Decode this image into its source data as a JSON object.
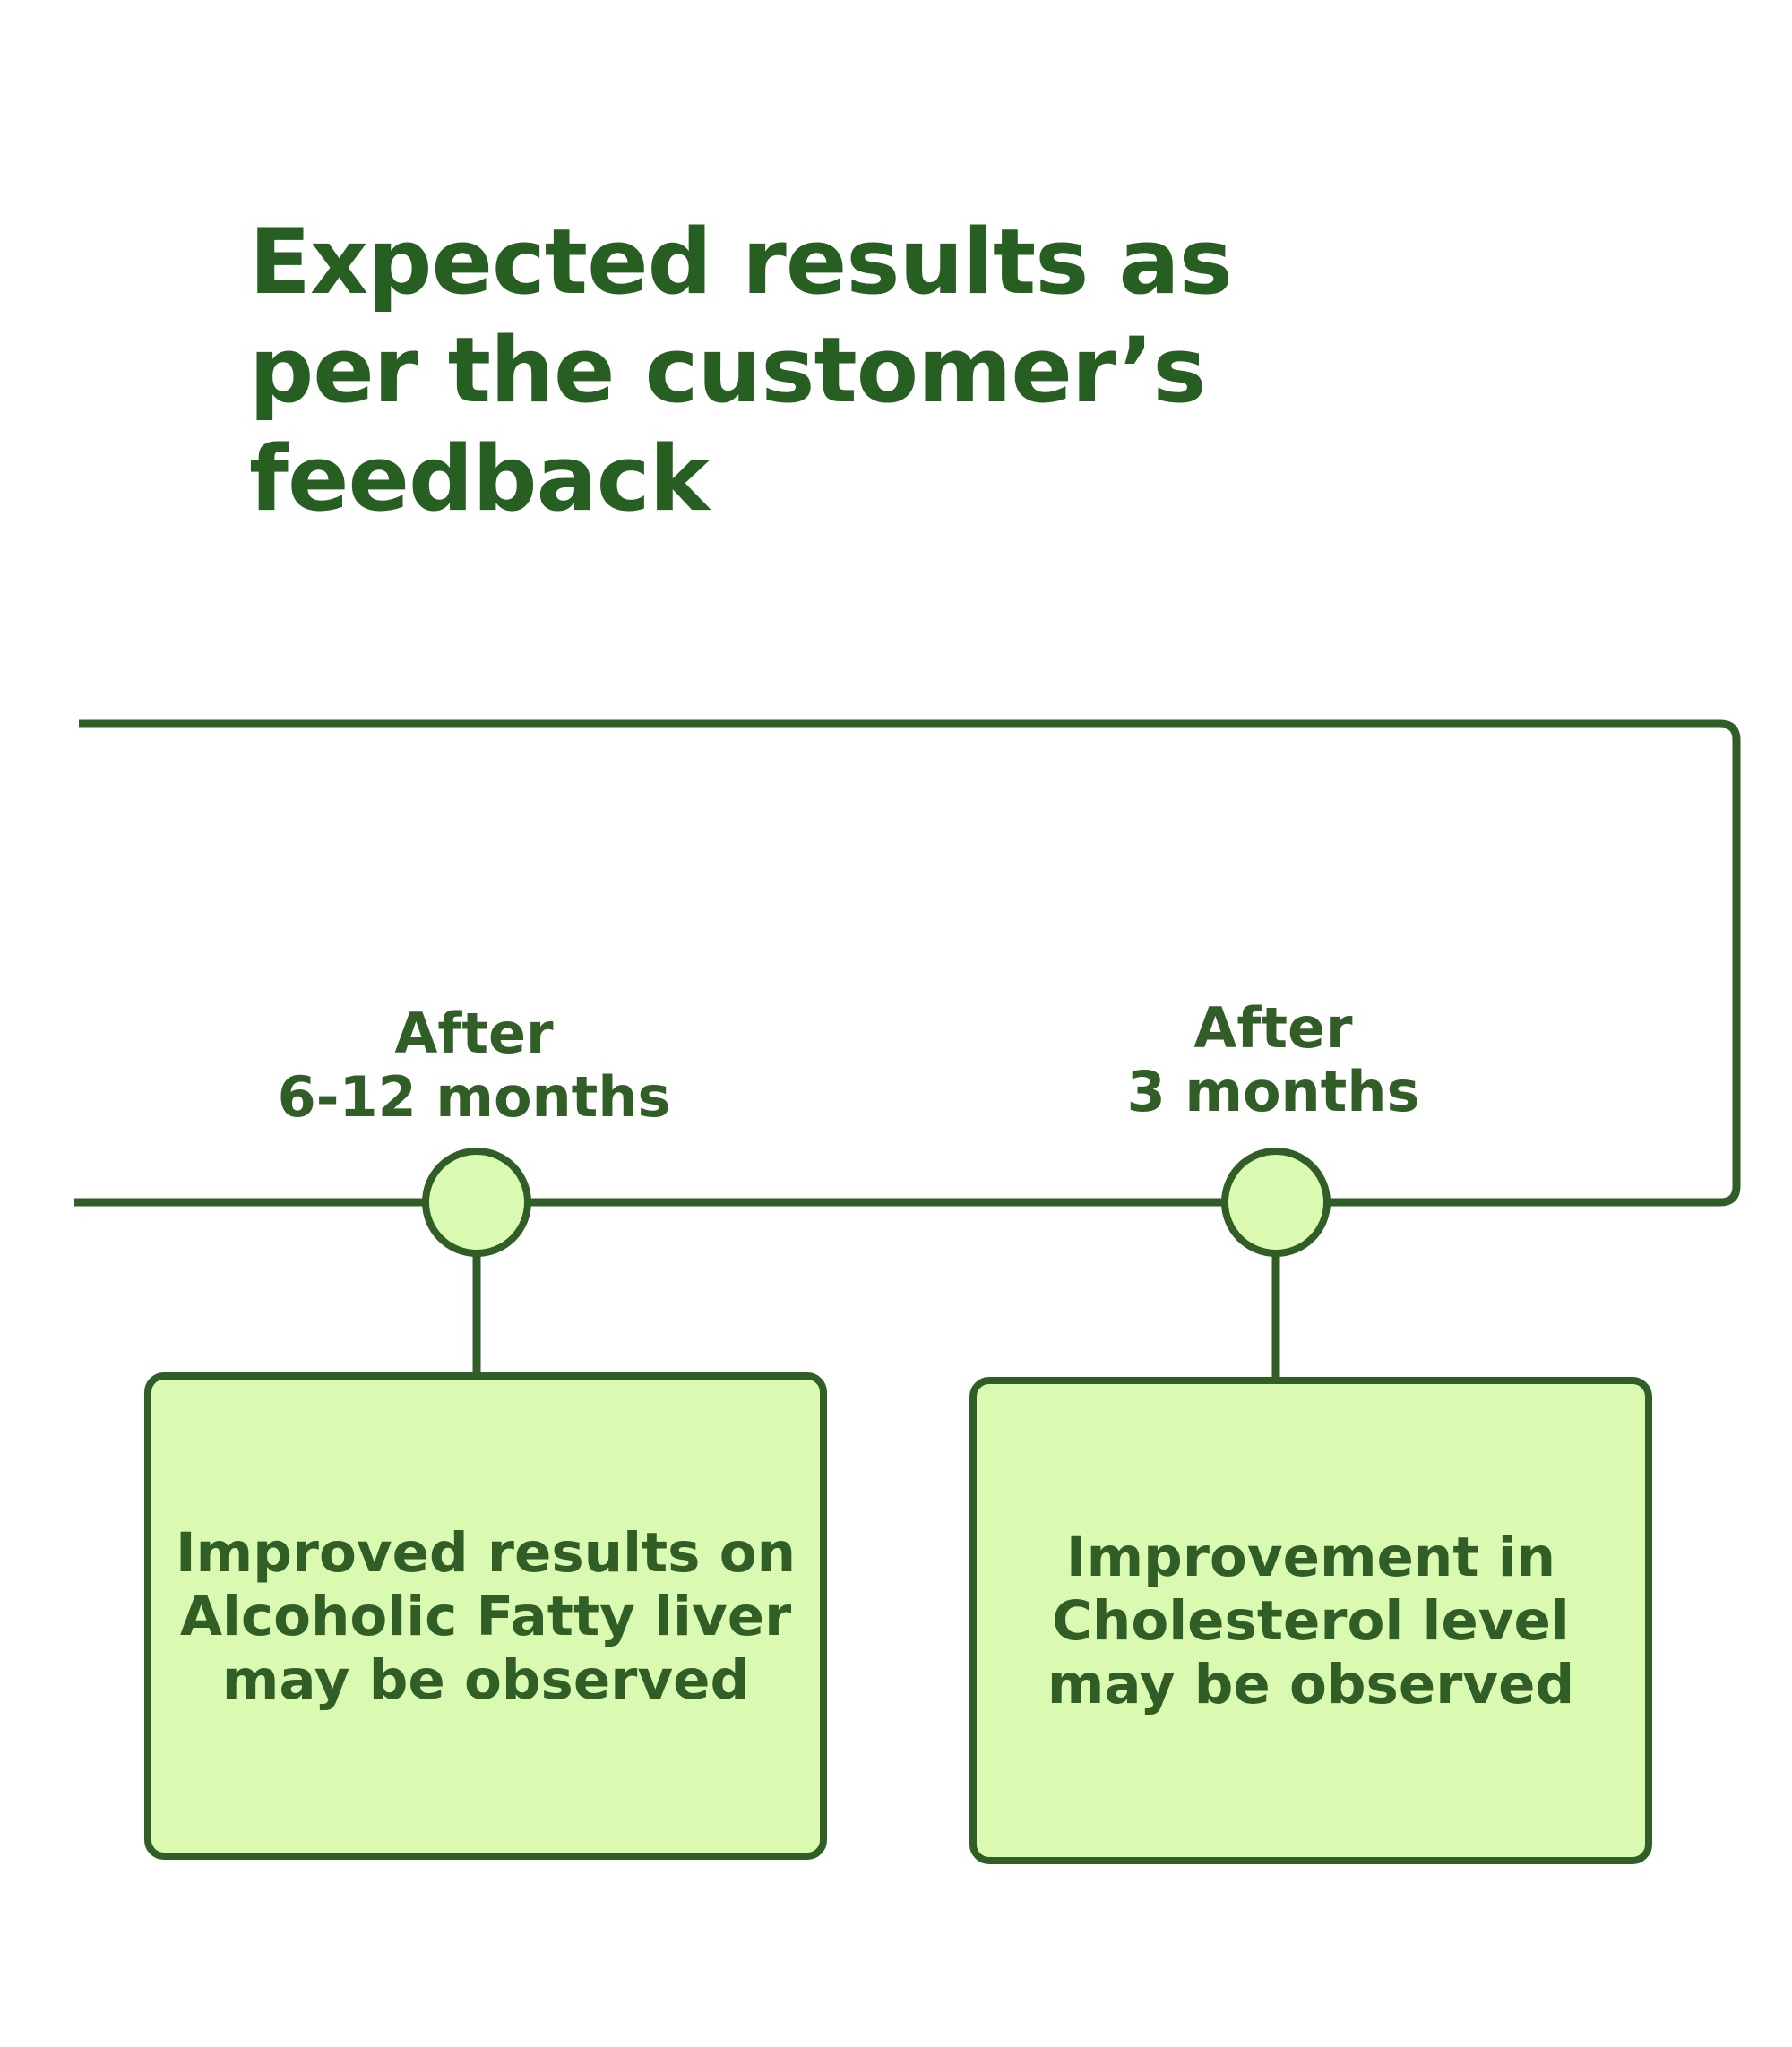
{
  "title": {
    "lines": [
      "Expected results as",
      "per the customer’s",
      "feedback"
    ]
  },
  "milestones": [
    {
      "label_lines": [
        "After",
        "6-12 months"
      ],
      "result_lines": [
        "Improved results on",
        "Alcoholic Fatty liver",
        "may be observed"
      ]
    },
    {
      "label_lines": [
        "After",
        "3 months"
      ],
      "result_lines": [
        "Improvement in",
        "Cholesterol level",
        "may be observed"
      ]
    }
  ],
  "colors": {
    "title": "#275e21",
    "stroke": "#315e26",
    "fill": "#d9fab0",
    "background": "#ffffff"
  }
}
